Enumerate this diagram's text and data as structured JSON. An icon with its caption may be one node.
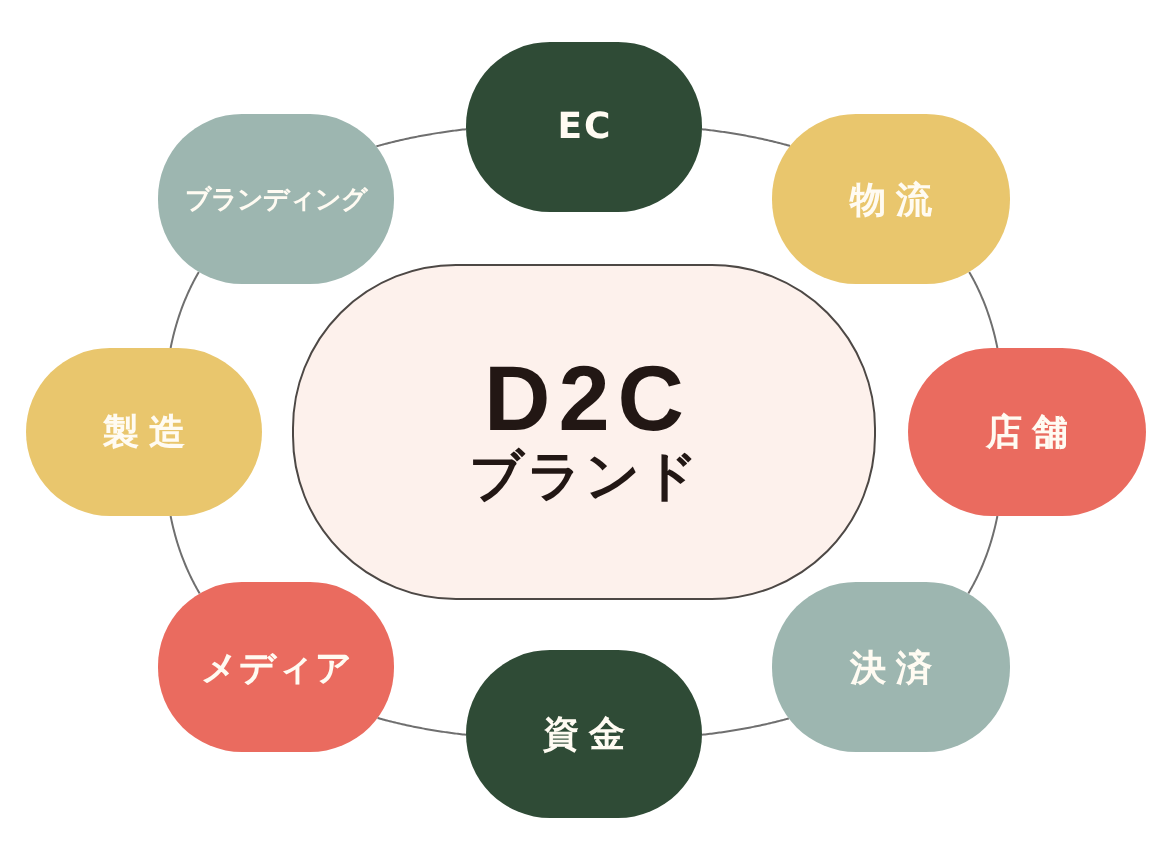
{
  "diagram": {
    "nodes": [
      {
        "text": [
          "EC"
        ]
      },
      {
        "text": [
          "ブランディング"
        ]
      },
      {
        "text": [
          "物流"
        ]
      },
      {
        "text": [
          "D2C",
          "ブランド"
        ]
      },
      {
        "text": [
          "製造"
        ]
      },
      {
        "text": [
          "店舗"
        ]
      },
      {
        "text": [
          "メディア"
        ]
      },
      {
        "text": [
          "決済"
        ]
      },
      {
        "text": [
          "資金"
        ]
      }
    ],
    "edges": [
      {
        "from": 0,
        "to": 2,
        "arrow": "none"
      },
      {
        "from": 2,
        "to": 5,
        "arrow": "none"
      },
      {
        "from": 5,
        "to": 7,
        "arrow": "none"
      },
      {
        "from": 7,
        "to": 8,
        "arrow": "none"
      },
      {
        "from": 8,
        "to": 6,
        "arrow": "none"
      },
      {
        "from": 6,
        "to": 4,
        "arrow": "none"
      },
      {
        "from": 4,
        "to": 1,
        "arrow": "none"
      },
      {
        "from": 1,
        "to": 0,
        "arrow": "none"
      }
    ]
  }
}
